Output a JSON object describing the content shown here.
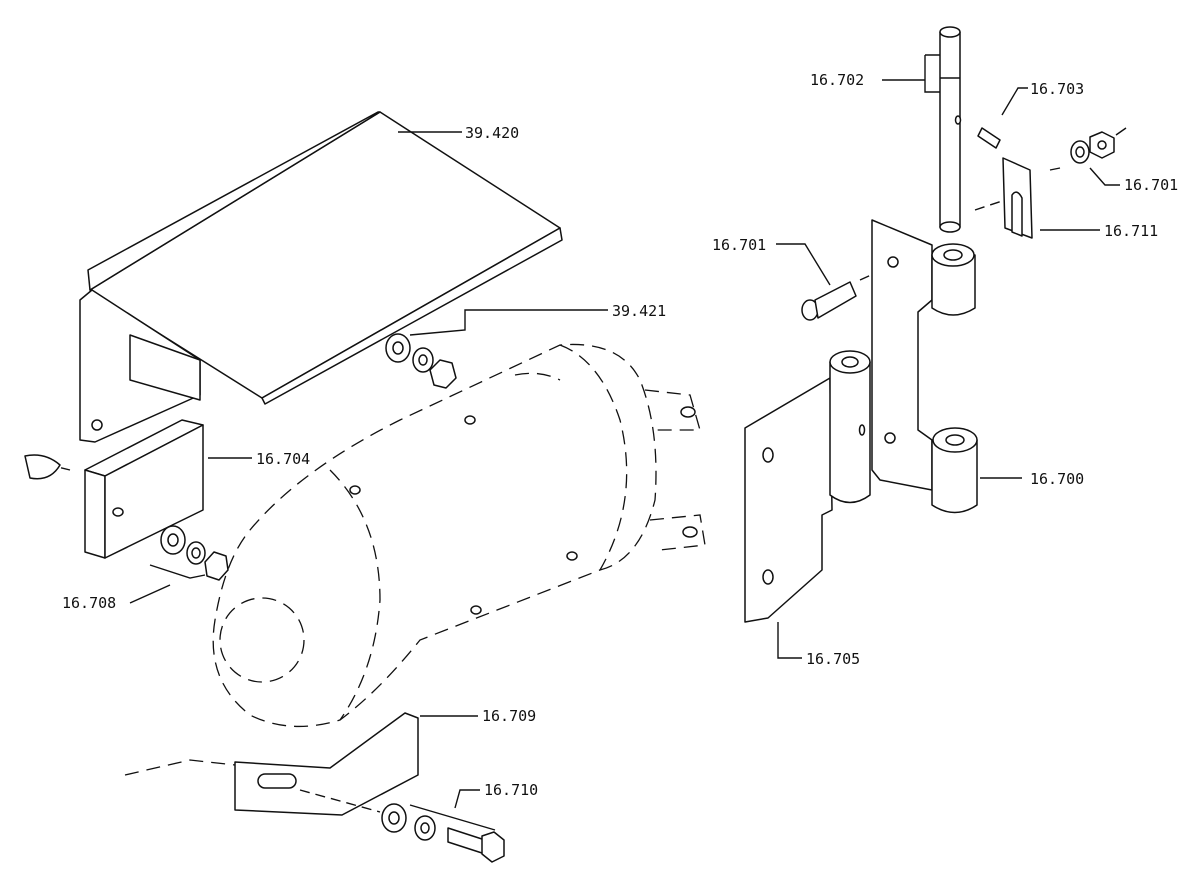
{
  "labels": {
    "bracket_339420": "39.420",
    "hardware_39421": "39.421",
    "pad_16704": "16.704",
    "hardware_16708": "16.708",
    "strap_16709": "16.709",
    "hardware_16710": "16.710",
    "pin_16702": "16.702",
    "rollpin_16703": "16.703",
    "nut_16701_top": "16.701",
    "plate_16711": "16.711",
    "screw_16701": "16.701",
    "hinge_16700": "16.700",
    "hinge_16705": "16.705"
  }
}
